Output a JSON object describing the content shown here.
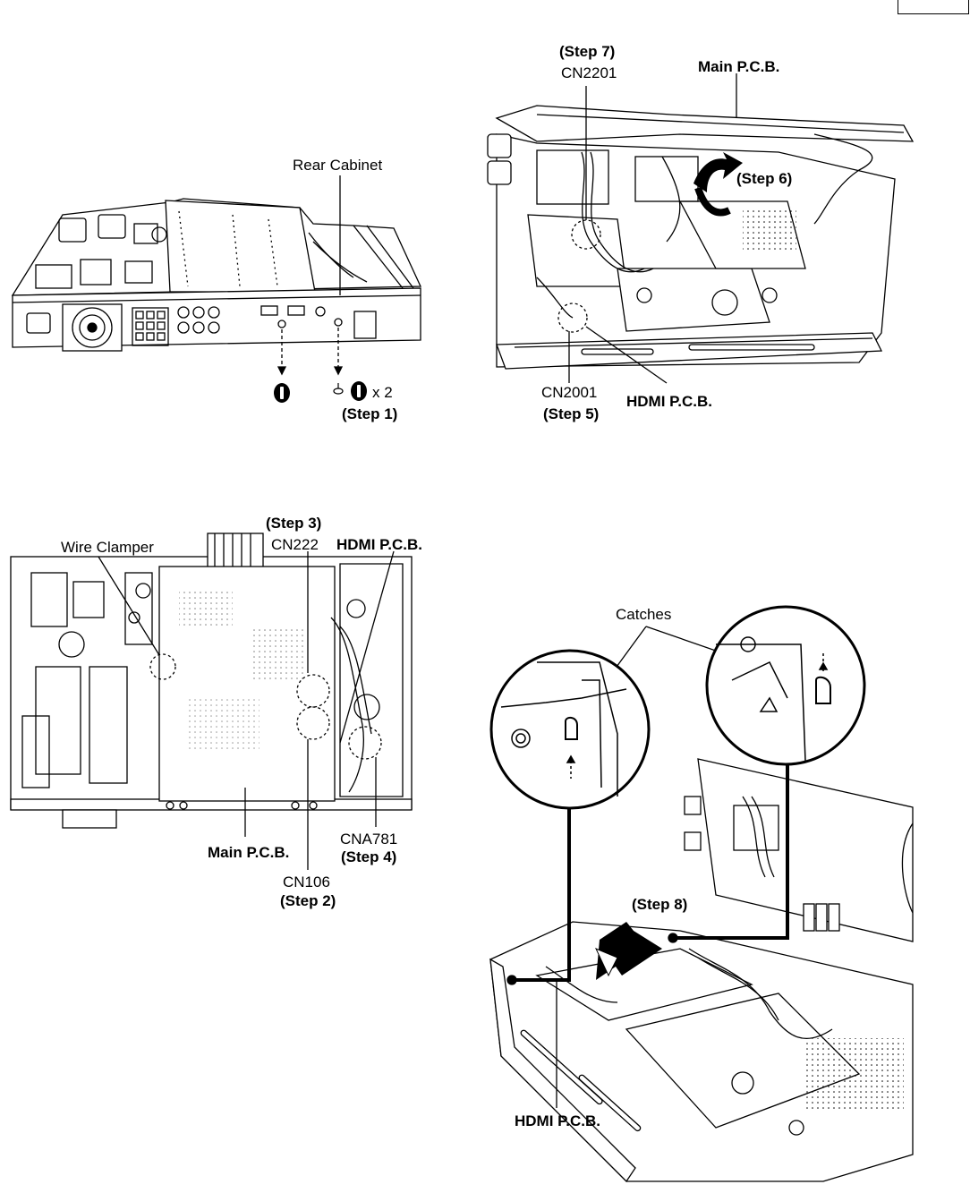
{
  "labels": {
    "rear_cabinet": "Rear Cabinet",
    "step1_qty": "x 2",
    "step1": "(Step 1)",
    "step7": "(Step 7)",
    "cn2201": "CN2201",
    "main_pcb_top": "Main P.C.B.",
    "step6": "(Step 6)",
    "cn2001": "CN2001",
    "step5": "(Step 5)",
    "hdmi_pcb_top": "HDMI P.C.B.",
    "step3": "(Step 3)",
    "cn222": "CN222",
    "hdmi_pcb_mid": "HDMI P.C.B.",
    "wire_clamper": "Wire Clamper",
    "cna781": "CNA781",
    "step4": "(Step 4)",
    "main_pcb_mid": "Main P.C.B.",
    "cn106": "CN106",
    "step2": "(Step 2)",
    "catches": "Catches",
    "step8": "(Step 8)",
    "hdmi_pcb_bottom": "HDMI P.C.B."
  },
  "icons": [
    "screw-badge-icon",
    "screw-icon",
    "arrow-lift-icon",
    "arrow-slide-icon",
    "magnify-circle-icon",
    "catch-icon",
    "connector-circle-icon"
  ]
}
